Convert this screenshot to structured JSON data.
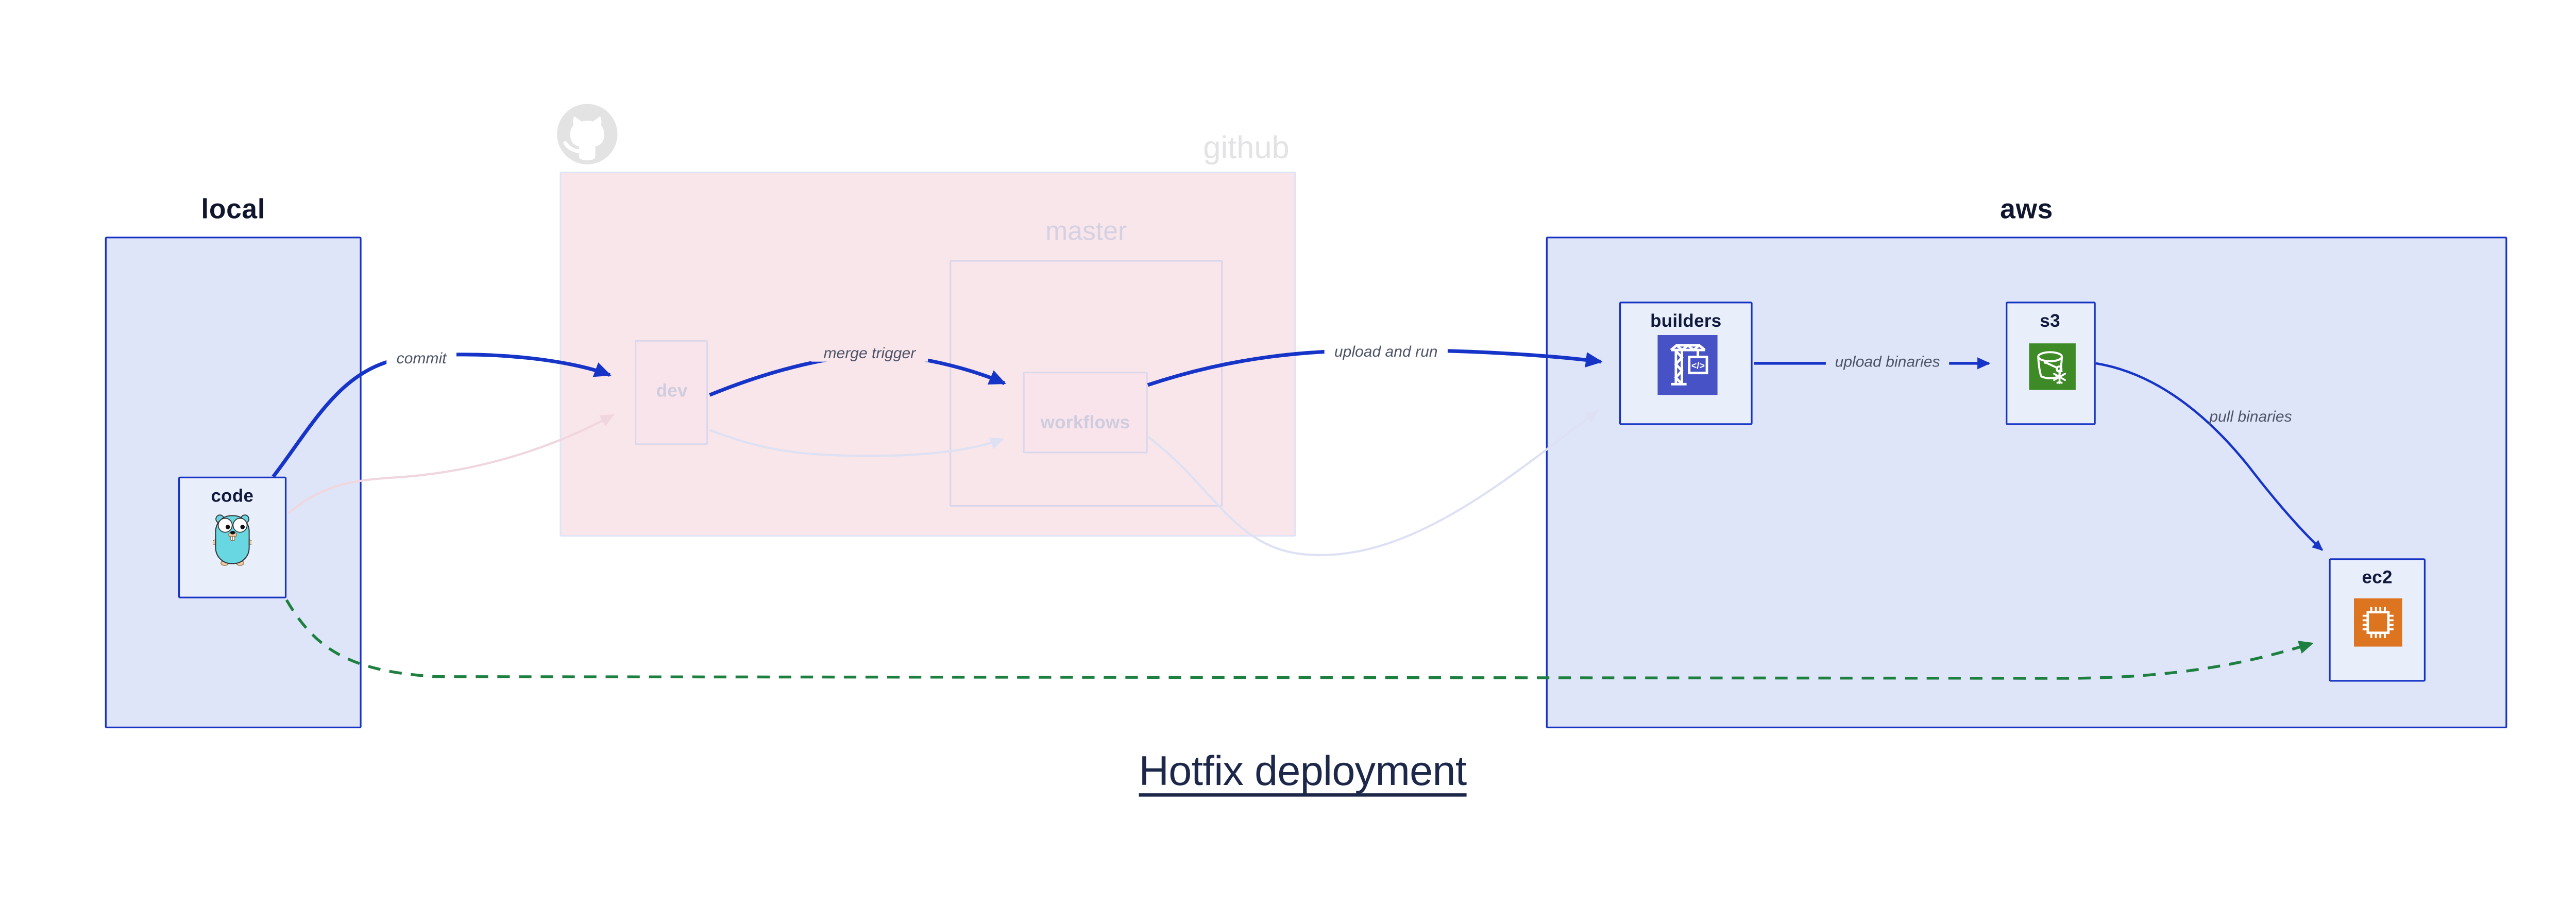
{
  "title": {
    "text": "Hotfix deployment"
  },
  "groups": {
    "local": {
      "label": "local"
    },
    "github": {
      "label": "github",
      "master": {
        "label": "master"
      }
    },
    "aws": {
      "label": "aws"
    }
  },
  "nodes": {
    "code": {
      "label": "code"
    },
    "dev": {
      "label": "dev"
    },
    "workflows": {
      "label": "workflows"
    },
    "builders": {
      "label": "builders"
    },
    "s3": {
      "label": "s3"
    },
    "ec2": {
      "label": "ec2"
    }
  },
  "edges": {
    "commit": {
      "label": "commit"
    },
    "merge_trigger": {
      "label": "merge trigger"
    },
    "upload_and_run": {
      "label": "upload and run"
    },
    "upload_binaries": {
      "label": "upload binaries"
    },
    "pull_binaries": {
      "label": "pull binaries"
    },
    "hotfix_dashed": {
      "label": ""
    }
  },
  "icons": {
    "gopher": "go-gopher-mascot",
    "octocat": "github-octocat-mark",
    "codebuild": "codebuild-crane-icon",
    "codebuild_glyph": "</>",
    "s3": "s3-bucket-snowflake-icon",
    "ec2": "ec2-chip-icon"
  },
  "colors": {
    "arrow_blue": "#1634c8",
    "dashed_green": "#1e8040",
    "ghost_pink": "#f0d6de",
    "ghost_lavender": "#dde1f3",
    "group_fill": "#dee5f8",
    "group_border": "#1733c4",
    "node_fill": "#e9eefb",
    "github_fill": "#f9e6ea",
    "codebuild_icon_bg": "#4752c6",
    "s3_icon_bg": "#3e8a26",
    "ec2_icon_bg": "#dd7420",
    "octocat_gray": "#e3e3e3"
  }
}
